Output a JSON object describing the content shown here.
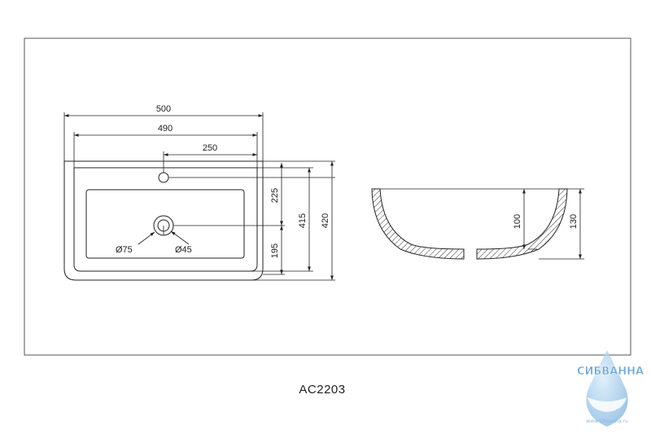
{
  "drawing": {
    "model_code": "AC2203",
    "dimensions": {
      "overall_width": "500",
      "inner_width": "490",
      "drain_offset": "250",
      "tap_hole_to_drain": "225",
      "drain_to_front": "195",
      "inner_depth": "415",
      "overall_depth": "420",
      "drain_diameter_outer": "Ø75",
      "drain_diameter_inner": "Ø45",
      "bowl_depth": "100",
      "total_height": "130"
    }
  },
  "watermark": {
    "brand": "СИБВАННА",
    "site": "www.sibvanna.ru"
  }
}
